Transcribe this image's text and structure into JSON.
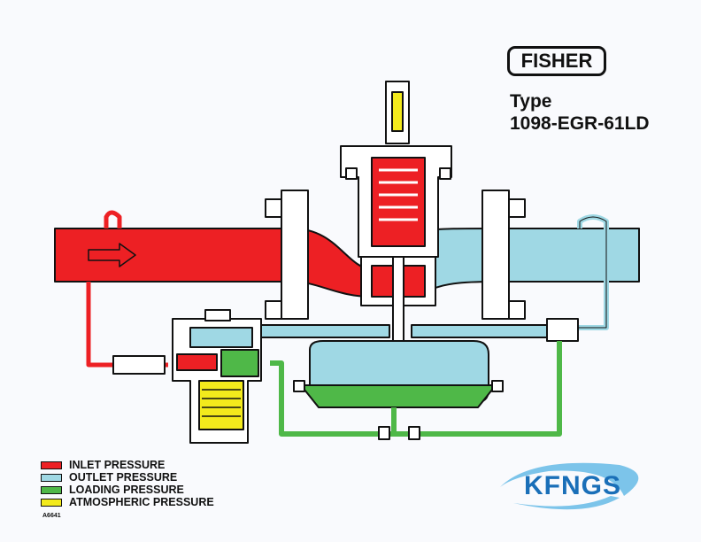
{
  "brand": {
    "logo_text": "FISHER"
  },
  "title": {
    "line1": "Type",
    "line2": "1098-EGR-61LD"
  },
  "legend": [
    {
      "label": "INLET PRESSURE",
      "color": "#ed2024"
    },
    {
      "label": "OUTLET PRESSURE",
      "color": "#9fd8e4"
    },
    {
      "label": "LOADING PRESSURE",
      "color": "#4fb848"
    },
    {
      "label": "ATMOSPHERIC PRESSURE",
      "color": "#f3ea1c"
    }
  ],
  "drawing_code": "A6641",
  "watermark": {
    "text": "KFNGS"
  }
}
